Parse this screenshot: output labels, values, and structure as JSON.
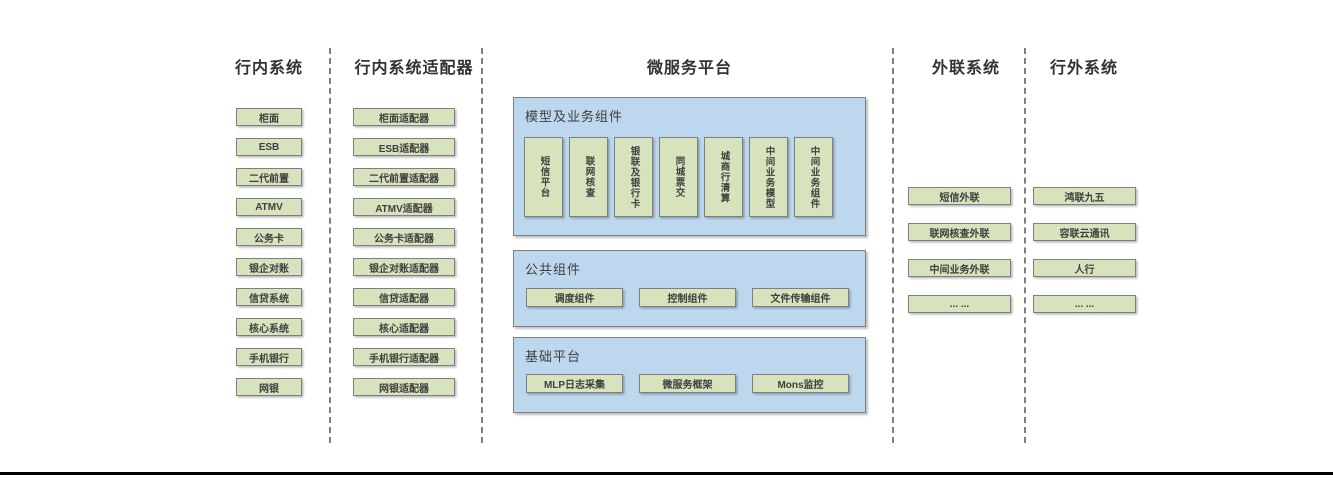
{
  "columns": {
    "inbank": {
      "title": "行内系统",
      "items": [
        "柜面",
        "ESB",
        "二代前置",
        "ATMV",
        "公务卡",
        "银企对账",
        "信贷系统",
        "核心系统",
        "手机银行",
        "网银"
      ]
    },
    "adapters": {
      "title": "行内系统适配器",
      "items": [
        "柜面适配器",
        "ESB适配器",
        "二代前置适配器",
        "ATMV适配器",
        "公务卡适配器",
        "银企对账适配器",
        "信贷适配器",
        "核心适配器",
        "手机银行适配器",
        "网银适配器"
      ]
    },
    "platform": {
      "title": "微服务平台",
      "groups": {
        "model": {
          "title": "模型及业务组件",
          "items": [
            "短信平台",
            "联网核查",
            "银联及银行卡",
            "同城票交",
            "城商行清算",
            "中间业务模型",
            "中间业务组件"
          ]
        },
        "common": {
          "title": "公共组件",
          "items": [
            "调度组件",
            "控制组件",
            "文件传输组件"
          ]
        },
        "base": {
          "title": "基础平台",
          "items": [
            "MLP日志采集",
            "微服务框架",
            "Mons监控"
          ]
        }
      }
    },
    "outbound": {
      "title": "外联系统",
      "items": [
        "短信外联",
        "联网核查外联",
        "中间业务外联",
        "... ..."
      ]
    },
    "external": {
      "title": "行外系统",
      "items": [
        "鸿联九五",
        "容联云通讯",
        "人行",
        "... ..."
      ]
    }
  },
  "colors": {
    "green_fill": "#d6e3bd",
    "blue_fill": "#bdd7ee",
    "border_gray": "#7f7f7f",
    "text_dark": "#3f3f3f"
  }
}
